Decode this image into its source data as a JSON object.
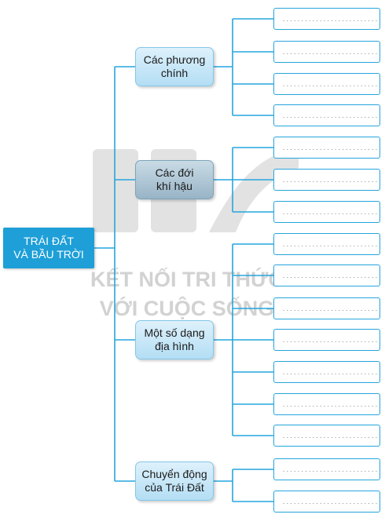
{
  "root": {
    "label": "TRÁI ĐẤT\nVÀ BẦU TRỜI"
  },
  "branches": [
    {
      "label": "Các phương\nchính",
      "leaves": 4
    },
    {
      "label": "Các đới\nkhí hậu",
      "leaves": 3
    },
    {
      "label": "Một số dạng\nđịa hình",
      "leaves": 7
    },
    {
      "label": "Chuyển động\ncủa Trái Đất",
      "leaves": 2
    }
  ],
  "placeholder": "..............................",
  "watermark": {
    "line1": "KẾT NỐI TRI THỨC",
    "line2": "VỚI CUỘC SỐNG"
  },
  "colors": {
    "line": "#25a5dd",
    "root": "#1e9fd8",
    "branch": "#b3def4",
    "watermark": "#d6d6d6"
  }
}
